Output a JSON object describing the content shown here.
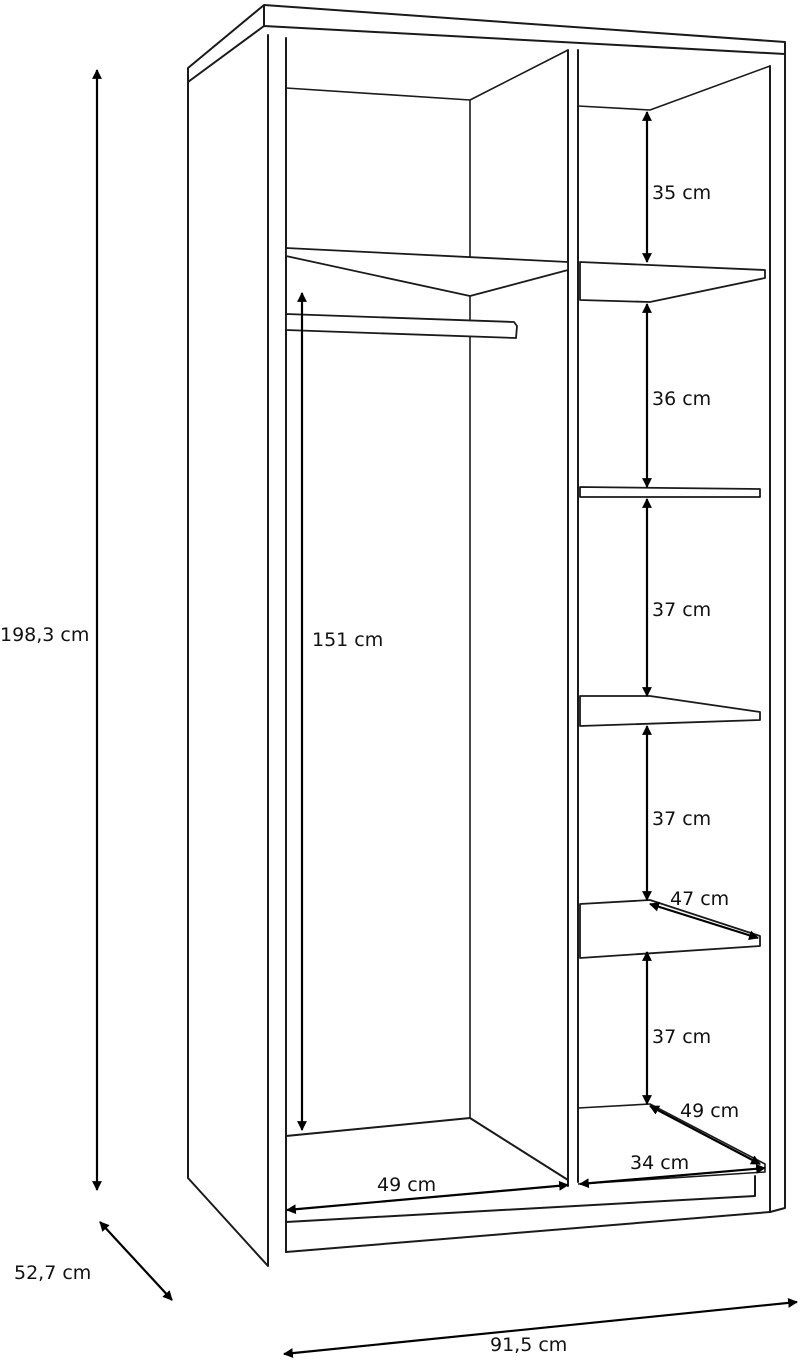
{
  "dimensions": {
    "overall_height": "198,3 cm",
    "overall_depth": "52,7 cm",
    "overall_width": "91,5 cm",
    "hanging_height": "151 cm",
    "left_bottom_width": "49 cm",
    "right_bottom_width": "34 cm",
    "right_bottom_depth": "49 cm",
    "shelf_depth": "47 cm",
    "shelf_gaps": [
      "35 cm",
      "36 cm",
      "37 cm",
      "37 cm",
      "37 cm"
    ]
  }
}
